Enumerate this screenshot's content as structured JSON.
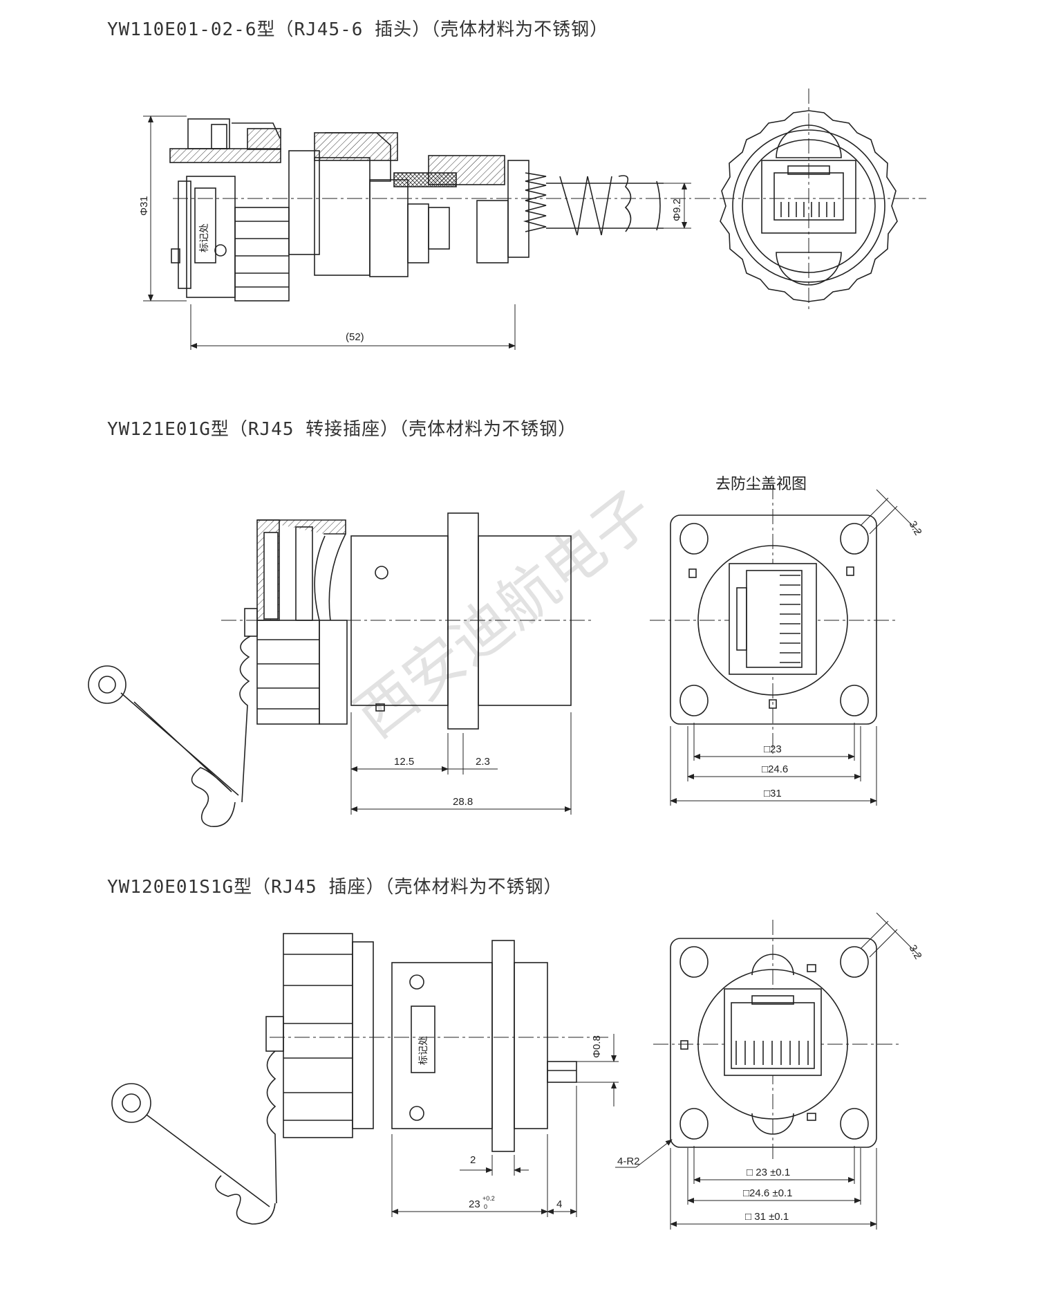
{
  "sections": [
    {
      "title": "YW110E01-02-6型（RJ45-6 插头）（壳体材料为不锈钢）"
    },
    {
      "title": "YW121E01G型（RJ45 转接插座）（壳体材料为不锈钢）"
    },
    {
      "title": "YW120E01S1G型（RJ45 插座）（壳体材料为不锈钢）"
    }
  ],
  "labels": {
    "dust_cover_view": "去防尘盖视图",
    "marking_area": "标记处",
    "watermark": "西安迪航电子"
  },
  "dims": {
    "s1": {
      "dia31": "Φ31",
      "dia9_2": "Φ9.2",
      "len52": "(52)"
    },
    "s2": {
      "d12_5": "12.5",
      "d2_3": "2.3",
      "d28_8": "28.8",
      "sq23": "□23",
      "sq24_6": "□24.6",
      "sq31": "□31",
      "d3_2": "3.2"
    },
    "s3": {
      "d2": "2",
      "d23": "23",
      "tol_upper": "+0.2",
      "tol_lower": "0",
      "d4": "4",
      "dia0_8": "Φ0.8",
      "r2": "4-R2",
      "sq23": "□ 23 ±0.1",
      "sq24_6": "□24.6 ±0.1",
      "sq31": "□ 31 ±0.1",
      "d3_2": "3.2"
    }
  }
}
